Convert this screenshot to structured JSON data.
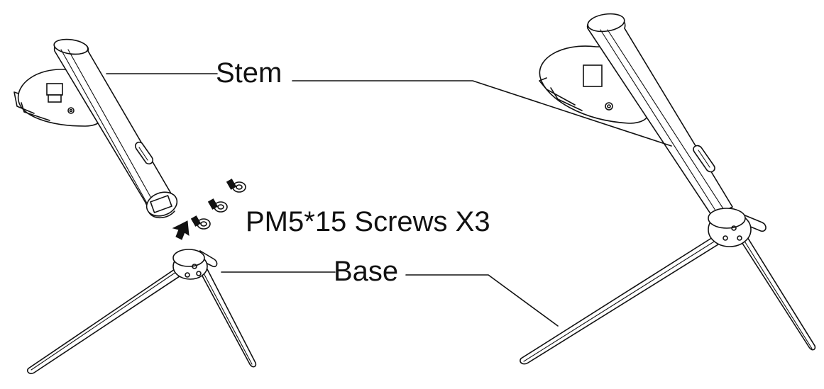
{
  "labels": {
    "stem": "Stem",
    "screws": "PM5*15 Screws X3",
    "base": "Base"
  },
  "colors": {
    "line": "#111111",
    "background": "#ffffff"
  }
}
